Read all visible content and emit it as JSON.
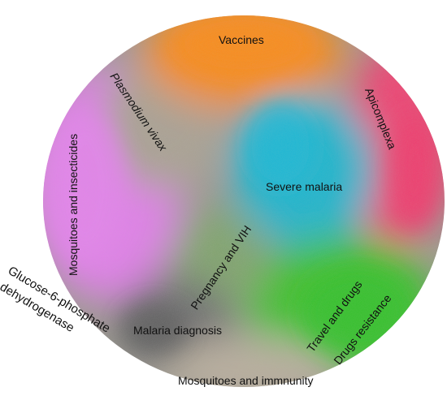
{
  "clusters": [
    {
      "id": "vaccines",
      "label": "Vaccines",
      "color": "#f78a1e"
    },
    {
      "id": "apicomplexa",
      "label": "Apicomplexa",
      "color": "#ee4070"
    },
    {
      "id": "severe",
      "label": "Severe malaria",
      "color": "#1ab4cc"
    },
    {
      "id": "mosquitoes_insecticides",
      "label": "Mosquitoes and insecticides",
      "color": "#e07ee8"
    },
    {
      "id": "vivax",
      "label": "Plasmodium vivax",
      "color": "#a9a092"
    },
    {
      "id": "pregnancy",
      "label": "Pregnancy and VIH",
      "color": "#7fa36c"
    },
    {
      "id": "travel",
      "label": "Travel and drugs",
      "color": "#3ec02c"
    },
    {
      "id": "drugs_resistance",
      "label": "Drugs resistance",
      "color": "#47c82a"
    },
    {
      "id": "diagnosis",
      "label": "Malaria diagnosis",
      "color": "#6f6f6f"
    },
    {
      "id": "immunity",
      "label": "Mosquitoes and immnunity",
      "color": "#b8ad9c"
    },
    {
      "id": "g6pd",
      "label": "Glucose-6-phosphate dehydrogenase",
      "label_line1": "Glucose-6-phosphate",
      "label_line2": "dehydrogenase",
      "color": "#7a7a7a"
    }
  ]
}
